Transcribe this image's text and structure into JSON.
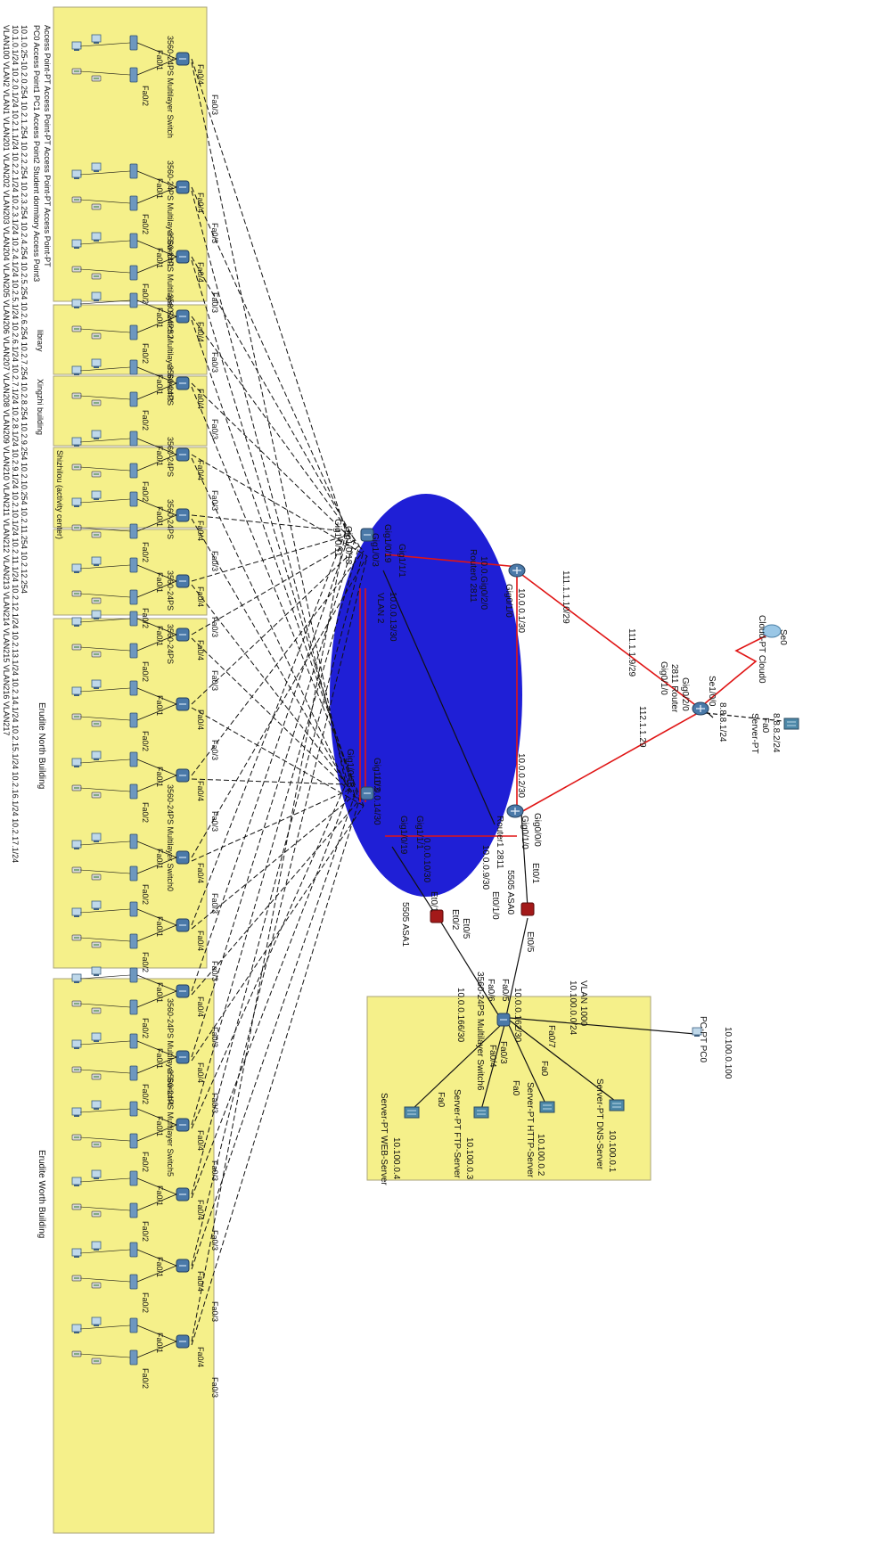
{
  "colors": {
    "zone_fill": "#f5f08a",
    "zone_stroke": "#a9a37a",
    "core_fill": "#1f1fd6",
    "wan_link": "#e01515",
    "dashed_link": "#111111",
    "device_blue": "#4a79a8",
    "firewall_red": "#a31919"
  },
  "vertical_labels": {
    "vlan_row": "VLAN100 VLAN2 VLAN1 VLAN201 VLAN202 VLAN203 VLAN204 VLAN205 VLAN206 VLAN207 VLAN208 VLAN209 VLAN210 VLAN211 VLAN212 VLAN213 VLAN214 VLAN215 VLAN216 VLAN217",
    "net_row": "10.1.0.1/24 10.2.0.1/24 10.2.1.1/24 10.2.2.1/24 10.2.3.1/24 10.2.4.1/24 10.2.5.1/24 10.2.6.1/24 10.2.7.1/24 10.2.8.1/24 10.2.9.1/24 10.2.10.1/24 10.2.11.1/24 10.2.12.1/24 10.2.13.1/24 10.2.14.1/24 10.2.15.1/24 10.2.16.1/24 10.2.17.1/24",
    "range_row": "10.1.0.25-10.2.0.254 10.2.1.254 10.2.2.254 10.2.3.254 10.2.4.254 10.2.5.254 10.2.6.254 10.2.7.254 10.2.8.254 10.2.9.254 10.2.10.254 10.2.11.254 10.2.12.254",
    "pc_row": "PC0 Access Point1  PC1 Access Point2  Student dormitory  Access Point3",
    "ap_row": "Access Point-PT  Access Point-PT  Access Point-PT  Access Point-PT",
    "library": "library",
    "xingzhi": "Xingzhi building",
    "shizhilou": "Shizhilou (activity center)",
    "erudite_north": "Erudite North Building",
    "erudite_worth": "Erudite Worth Building"
  },
  "switch_labels": [
    "3560-24PS Multilayer Switch",
    "3560-24PS Multilayer Switch1",
    "3560-24PS Multilayer Switch2",
    "3560-24PS Multilayer Switch3",
    "3560-24PS",
    "3560-24PS",
    "3560-24PS",
    "3560-24PS",
    "3560-24PS",
    "3560-24PS Multilayer Switch0",
    "3560-24PS Multilayer Switch4",
    "3560-24PS Multilayer Switch5"
  ],
  "ports": {
    "fa01": "Fa0/1",
    "fa02": "Fa0/2",
    "fa03": "Fa0/3",
    "fa04": "Fa0/4",
    "gig_a": "Gig1/0/18",
    "gig_b": "Gig1/0/11",
    "gig_c": "Gig1/0/3",
    "gig_d": "Gig1/0/19",
    "gig_e": "Gig1/1/1",
    "gig_f": "Gig1/0/18",
    "gig_g": "Gig1/1/3",
    "gig_h": "Gig1/0/19",
    "gig_i": "Gig1/1/1",
    "vlan2": "VLAN 2",
    "core_ip_top": "10.0.0.13/30",
    "core_ip_bottom": "10.0.0.14/30",
    "core_ip_b2": "0.0.0.10/30",
    "r0_gig020": "10.0.Gig0/2/0",
    "r0_gig010": "Gig0/1/0",
    "r0_ip1": "10.0.0.1/30",
    "r1_ip": "10.0.0.2/30",
    "r1_gig0": "Gig0/0/0",
    "r1_gig01": "Gig0/1/0",
    "r1_gig02": "Gig0/2/0",
    "r1_ip9": "10.0.0.9/30",
    "r0_name": "Router0 2811",
    "r1_name": "Router1 2811",
    "wan1": "111.1.1.10/29",
    "wan2": "111.1.1.9/29",
    "wan3": "112.1.1.29",
    "r2_gig010": "Gig0/1/0",
    "r2_gig020": "Gig0/2/0",
    "r2_name": "2811 Router",
    "se100": "Se1/0/0",
    "ip8881": "8.8.8.1/24",
    "ip8882": "8.8.8.2/24",
    "se0": "Se0",
    "cloud": "Cloud-PT Cloud0",
    "server_pt": "Server-PT",
    "fa0": "Fa0",
    "et01": "Et0/1",
    "et02": "Et0/2",
    "et05": "Et0/5",
    "et010": "Et0/1/0",
    "asa1": "5505 ASA1",
    "asa0": "5505 ASA0",
    "vlan1000": "VLAN 1000",
    "net1000": "10.100.0.0/24",
    "ip166": "10.0.0.166/30",
    "ip_ms": "10.0.0.162/30",
    "ms_name": "3560-24PS Multilayer Switch6",
    "fa06": "Fa0/6",
    "fa05": "Fa0/5",
    "fa07": "Fa0/7",
    "pc_pt": "PC-PT PC0",
    "pc_ip": "10.100.0.100",
    "dns": "Server-PT DNS-Server",
    "dns_ip": "10.100.0.1",
    "http": "Server-PT HTTP-Server",
    "http_ip": "10.100.0.2",
    "ftp": "Server-PT FTP-Server",
    "ftp_ip": "10.100.0.3",
    "web": "Server-PT WEB-Server",
    "web_ip": "10.100.0.4"
  }
}
